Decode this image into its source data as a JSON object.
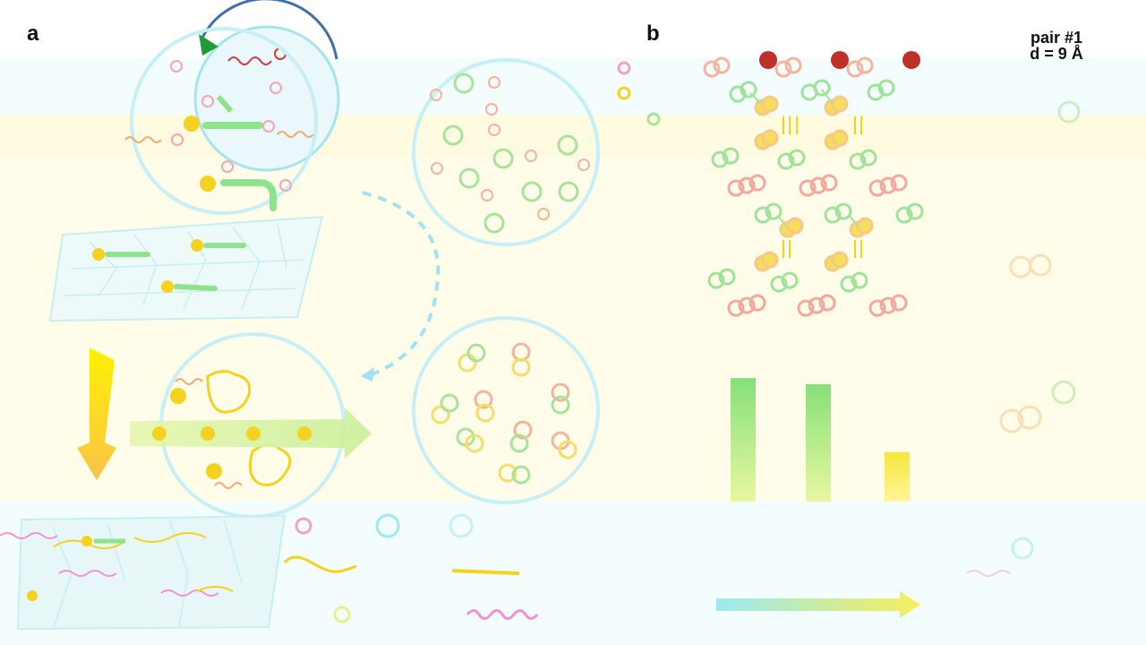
{
  "panel_a": {
    "label": "a"
  },
  "panel_b": {
    "label": "b",
    "pair_label": "pair #1",
    "distance_label": "d = 9 Å"
  },
  "colors": {
    "band_cyan": "#f3fdfd",
    "band_yellow": "#fffde9",
    "accent_green": "#7fd97f",
    "accent_yellow": "#f5d21f",
    "accent_pink": "#f4a3b8",
    "accent_cyan": "#9ee8f0",
    "atom_red": "#c0302a"
  },
  "chart_data": {
    "type": "bar",
    "categories": [
      "",
      "",
      ""
    ],
    "values": [
      1.0,
      0.95,
      0.4
    ]
  }
}
